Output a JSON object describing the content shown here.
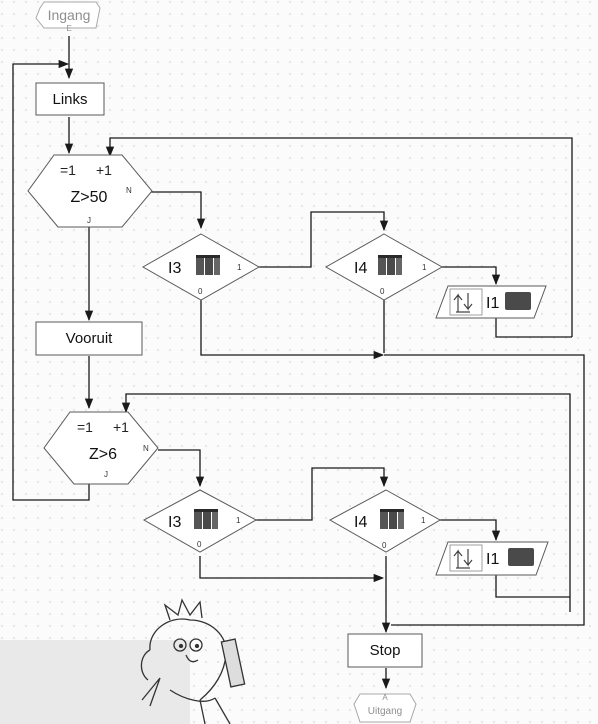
{
  "entry": {
    "title": "Ingang",
    "sub": "E"
  },
  "exit": {
    "title": "Uitgang",
    "sub": "A"
  },
  "links_label": "Links",
  "vooruit_label": "Vooruit",
  "stop_label": "Stop",
  "loop1": {
    "eq": "=1",
    "plus": "+1",
    "cond": "Z>50",
    "n": "N",
    "j": "J"
  },
  "loop2": {
    "eq": "=1",
    "plus": "+1",
    "cond": "Z>6",
    "n": "N",
    "j": "J"
  },
  "inputs": {
    "i3": "I3",
    "i4": "I4",
    "i1": "I1",
    "one": "1",
    "zero": "0"
  },
  "colors": {
    "line": "#1a1a1a",
    "box_border": "#5a5a5a",
    "entry_grey": "#8e8e8e"
  },
  "icons": [
    "switch-icon",
    "wait-edge-icon",
    "cartoon-mascot"
  ]
}
